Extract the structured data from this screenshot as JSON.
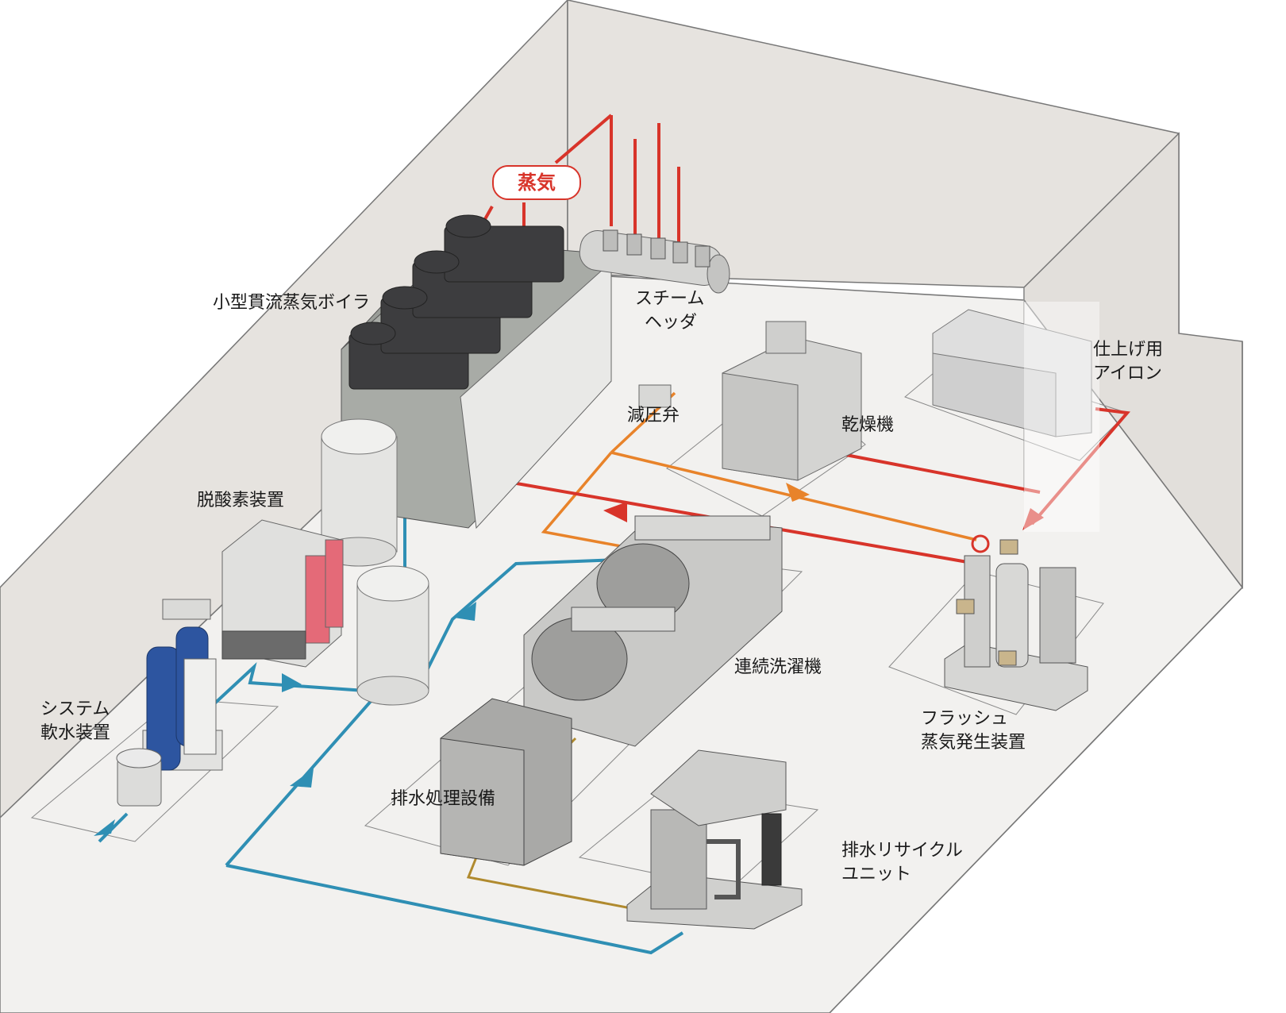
{
  "badge": {
    "steam": "蒸気"
  },
  "labels": {
    "boiler": "小型貫流蒸気ボイラ",
    "header_1": "スチーム",
    "header_2": "ヘッダ",
    "prv": "減圧弁",
    "dryer": "乾燥機",
    "iron_1": "仕上げ用",
    "iron_2": "アイロン",
    "deaerator": "脱酸素装置",
    "softener_1": "システム",
    "softener_2": "軟水装置",
    "washer": "連続洗濯機",
    "flash_1": "フラッシュ",
    "flash_2": "蒸気発生装置",
    "wastewater": "排水処理設備",
    "recycle_1": "排水リサイクル",
    "recycle_2": "ユニット"
  },
  "colors": {
    "steam": "#d8342a",
    "drain": "#e8832a",
    "water": "#2f8fb4",
    "waste": "#b08a2e",
    "wall": "#e6e3df",
    "floor": "#f2f1ef"
  }
}
